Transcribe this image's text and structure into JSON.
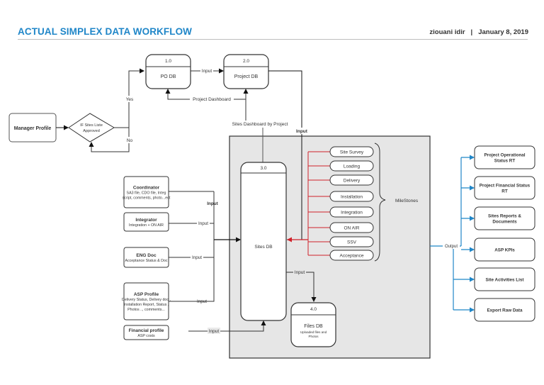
{
  "header": {
    "title": "ACTUAL SIMPLEX DATA WORKFLOW",
    "author": "ziouani idir",
    "separator": "|",
    "date": "January 8, 2019"
  },
  "colors": {
    "title": "#1f86c8",
    "milestone_links": "#d0212a",
    "output_links": "#1f86c8",
    "container_fill": "#e6e6e6"
  },
  "manager": {
    "label": "Manager Profile"
  },
  "decision": {
    "line1": "IF Sites Liste",
    "line2": "Approved",
    "yes": "Yes",
    "no": "No"
  },
  "processes": {
    "po": {
      "id": "1.0",
      "label": "PO DB"
    },
    "project": {
      "id": "2.0",
      "label": "Project DB"
    },
    "sites": {
      "id": "3.0",
      "label": "Sites DB"
    },
    "files": {
      "id": "4.0",
      "label": "Files DB",
      "sub1": "Uploaded files and",
      "sub2": "Photos"
    }
  },
  "flows": {
    "po_to_project": "Input",
    "project_dashboard": "Project Dashboard",
    "sites_dashboard": "Sites Dashboard by Project",
    "project_to_sites": "Input",
    "sites_to_files": "Input",
    "output": "Output"
  },
  "sources": [
    {
      "title": "Coordinator",
      "lines": [
        "SA3 file, CDO file, Integ",
        "script, comments, photo...ect"
      ],
      "flow": "Input"
    },
    {
      "title": "Integrator",
      "lines": [
        "Integration  + ON AIR"
      ],
      "flow": "Input"
    },
    {
      "title": "ENG Doc",
      "lines": [
        "Acceptance Status & Doc"
      ],
      "flow": "Input"
    },
    {
      "title": "ASP Profile",
      "lines": [
        "Delivery Status, Delivey doc ,",
        "Installation Report, Status ,",
        "Photos .., comments..."
      ],
      "flow": "Input"
    },
    {
      "title": "Financial profile",
      "lines": [
        "ASP costs"
      ],
      "flow": "Input"
    }
  ],
  "milestones": {
    "label": "MileStones",
    "items": [
      "Site Survey",
      "Loading",
      "Delivery",
      "Installation",
      "Integration",
      "ON AIR",
      "SSV",
      "Acceptance"
    ]
  },
  "outputs": [
    {
      "lines": [
        "Project Operational",
        "Status RT"
      ]
    },
    {
      "lines": [
        "Project Financial Status",
        "RT"
      ]
    },
    {
      "lines": [
        "Sites Reports &",
        "Documents"
      ]
    },
    {
      "lines": [
        "ASP KPIs"
      ]
    },
    {
      "lines": [
        "Site Activities List"
      ]
    },
    {
      "lines": [
        "Export Raw  Data"
      ]
    }
  ]
}
